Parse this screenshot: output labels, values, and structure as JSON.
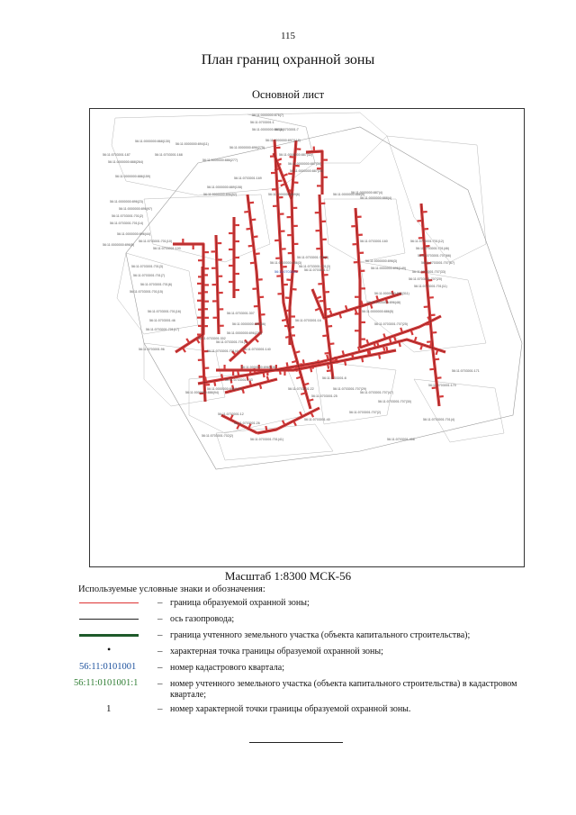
{
  "page_number": "115",
  "doc_title": "План границ охранной зоны",
  "sheet_title": "Основной лист",
  "map": {
    "quarter_label": "56:11:0703001",
    "parcel_labels": [
      "56:11:0000000:876(7)",
      "56:11:0703001:1",
      "56:11:0000000:885(8)",
      "56:11:0703001:7",
      "56:11:0000000:897(118)",
      "56:11:0000000:868(130)",
      "56:11:0000000:894(11)",
      "56:11:0000000:896(275)",
      "56:11:0703001:187",
      "56:11:0000000:888(264)",
      "56:11:0703001:168",
      "56:11:0000000:886(277)",
      "56:11:0000000:887(32)",
      "56:11:0000000:887(34)",
      "56:11:0000000:887(28)",
      "56:11:0000000:886(159)",
      "56:11:0703001:169",
      "56:11:0000000:889(108)",
      "56:11:0000000:889(6)",
      "56:11:0000000:896(52)",
      "56:11:0000000:886(5)",
      "56:11:0000000:887(4)",
      "56:11:0000000:888(4)",
      "56:11:0000000:896(23)",
      "56:11:0000000:896(97)",
      "56:11:0703001:701(2)",
      "56:11:0703001:701(14)",
      "56:11:0703001:160",
      "56:11:0000000:896(44)",
      "56:11:0000000:896(5)",
      "56:11:0703001:701(10)",
      "56:11:0703001:100",
      "56:11:0703001:701(3)",
      "56:11:0703001:701(7)",
      "56:11:0703001:701(6)",
      "56:11:0703001:701(15)",
      "56:11:0703001:701(16)",
      "56:11:0703001:46",
      "56:11:0703001:701(17)",
      "56:11:0703001:96",
      "56:11:0703001:302",
      "56:11:0703001:701(5)",
      "56:11:0703001:701(4)",
      "56:11:0703001:140",
      "56:11:0000000:896(184)",
      "56:11:0000000:886(94)",
      "56:11:0703001:12",
      "56:11:0703001:26",
      "56:11:0703001:702(2)",
      "56:11:0703001:701(41)",
      "56:11:0703001:40",
      "56:11:0703001:22",
      "56:11:0703001:25",
      "56:11:0703001:8",
      "56:11:0703001:707(29)",
      "56:11:0703001:707(47)",
      "56:11:0703001:707(30)",
      "56:11:0703001:707(2)",
      "56:11:0703001:170",
      "56:11:0703001:701(4)",
      "56:11:0703001:408",
      "56:11:0703001:171",
      "56:11:0000000:896(3)",
      "56:11:0000000:896(149)",
      "56:11:0703001:701(12)",
      "56:11:0703001:701(46)",
      "56:11:0703001:707(66)",
      "56:11:0703001:707(67)",
      "56:11:0703001:707(33)",
      "56:11:0703001:707(20)",
      "56:11:0703001:701(11)",
      "56:11:0000000:896(311)",
      "56:11:0000000:896(48)",
      "56:11:0000000:886(5)",
      "56:11:0703001:707(25)",
      "56:11:0703001:307",
      "56:11:0000000:896(36)",
      "56:11:0000000:896(272)",
      "56:11:0703001:16",
      "56:11:0703001:17",
      "56:11:0000000:886(3)",
      "56:11:0703001:706(2)",
      "56:11:0703001:701(3)",
      "56:11:0000000:896(136)",
      "56:11:0703001:103"
    ]
  },
  "scale_line": "Масштаб 1:8300   МСК-56",
  "legend_heading": "Используемые условные знаки и обозначения:",
  "legend": {
    "dash": "–",
    "items": [
      {
        "desc": "граница образуемой охранной зоны;"
      },
      {
        "desc": "ось газопровода;"
      },
      {
        "desc": "граница учтенного земельного участка (объекта капитального строительства);"
      },
      {
        "desc": "характерная точка границы образуемой охранной зоны;"
      },
      {
        "symbol": "56:11:0101001",
        "desc": "номер кадастрового квартала;"
      },
      {
        "symbol": "56:11:0101001:1",
        "desc": "номер учтенного земельного участка (объекта капитального строительства) в кадастровом квартале;"
      },
      {
        "symbol": "1",
        "desc": "номер характерной точки границы образуемой охранной зоны."
      }
    ]
  },
  "colors": {
    "zone_red": "#d33a3a",
    "axis_black": "#222222",
    "parcel_green": "#1e5a2a",
    "quarter_blue": "#1a4f9c",
    "parcel_code_green": "#2e7d32"
  }
}
